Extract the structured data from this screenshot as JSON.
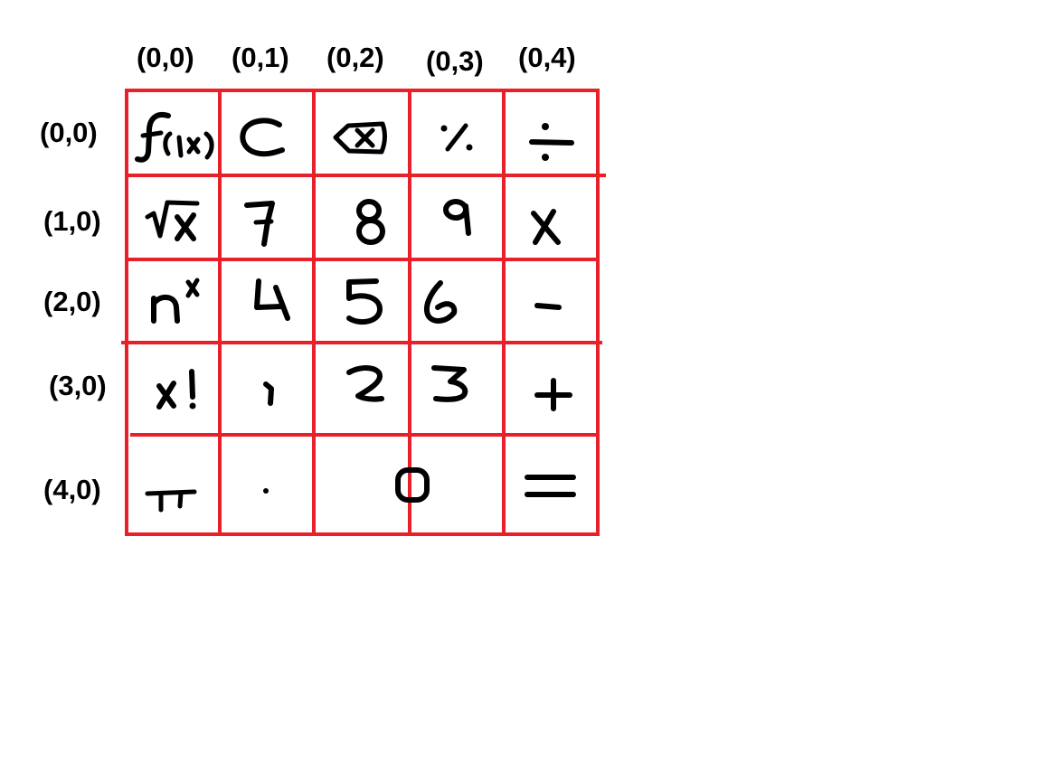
{
  "column_labels": [
    "(0,0)",
    "(0,1)",
    "(0,2)",
    "(0,3)",
    "(0,4)"
  ],
  "row_labels": [
    "(0,0)",
    "(1,0)",
    "(2,0)",
    "(3,0)",
    "(4,0)"
  ],
  "grid_color": "#e8202a",
  "ink_color": "#000000",
  "keys": [
    [
      "function-key",
      "clear-key",
      "backspace-key",
      "percent-key",
      "divide-key"
    ],
    [
      "sqrt-key",
      "digit-7-key",
      "digit-8-key",
      "digit-9-key",
      "multiply-key"
    ],
    [
      "power-key",
      "digit-4-key",
      "digit-5-key",
      "digit-6-key",
      "minus-key"
    ],
    [
      "factorial-key",
      "digit-1-key",
      "digit-2-key",
      "digit-3-key",
      "plus-key"
    ],
    [
      "pi-key",
      "decimal-key",
      "digit-0-key",
      "equals-key"
    ]
  ]
}
